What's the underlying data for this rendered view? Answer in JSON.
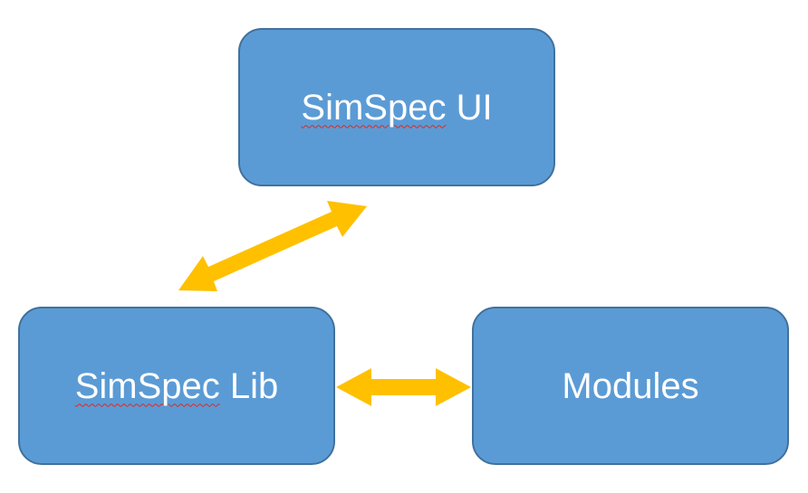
{
  "diagram": {
    "nodes": {
      "simspec_ui": {
        "name_word": "SimSpec",
        "name_rest": " UI"
      },
      "simspec_lib": {
        "name_word": "SimSpec",
        "name_rest": " Lib"
      },
      "modules": {
        "label": "Modules"
      }
    },
    "edges": [
      {
        "from": "simspec_lib",
        "to": "simspec_ui",
        "direction": "bidirectional"
      },
      {
        "from": "simspec_lib",
        "to": "modules",
        "direction": "bidirectional"
      }
    ],
    "colors": {
      "box_fill": "#5b9bd5",
      "box_border": "#41719c",
      "box_text": "#ffffff",
      "arrow": "#ffc000",
      "spellcheck_underline": "#e0281f"
    }
  }
}
